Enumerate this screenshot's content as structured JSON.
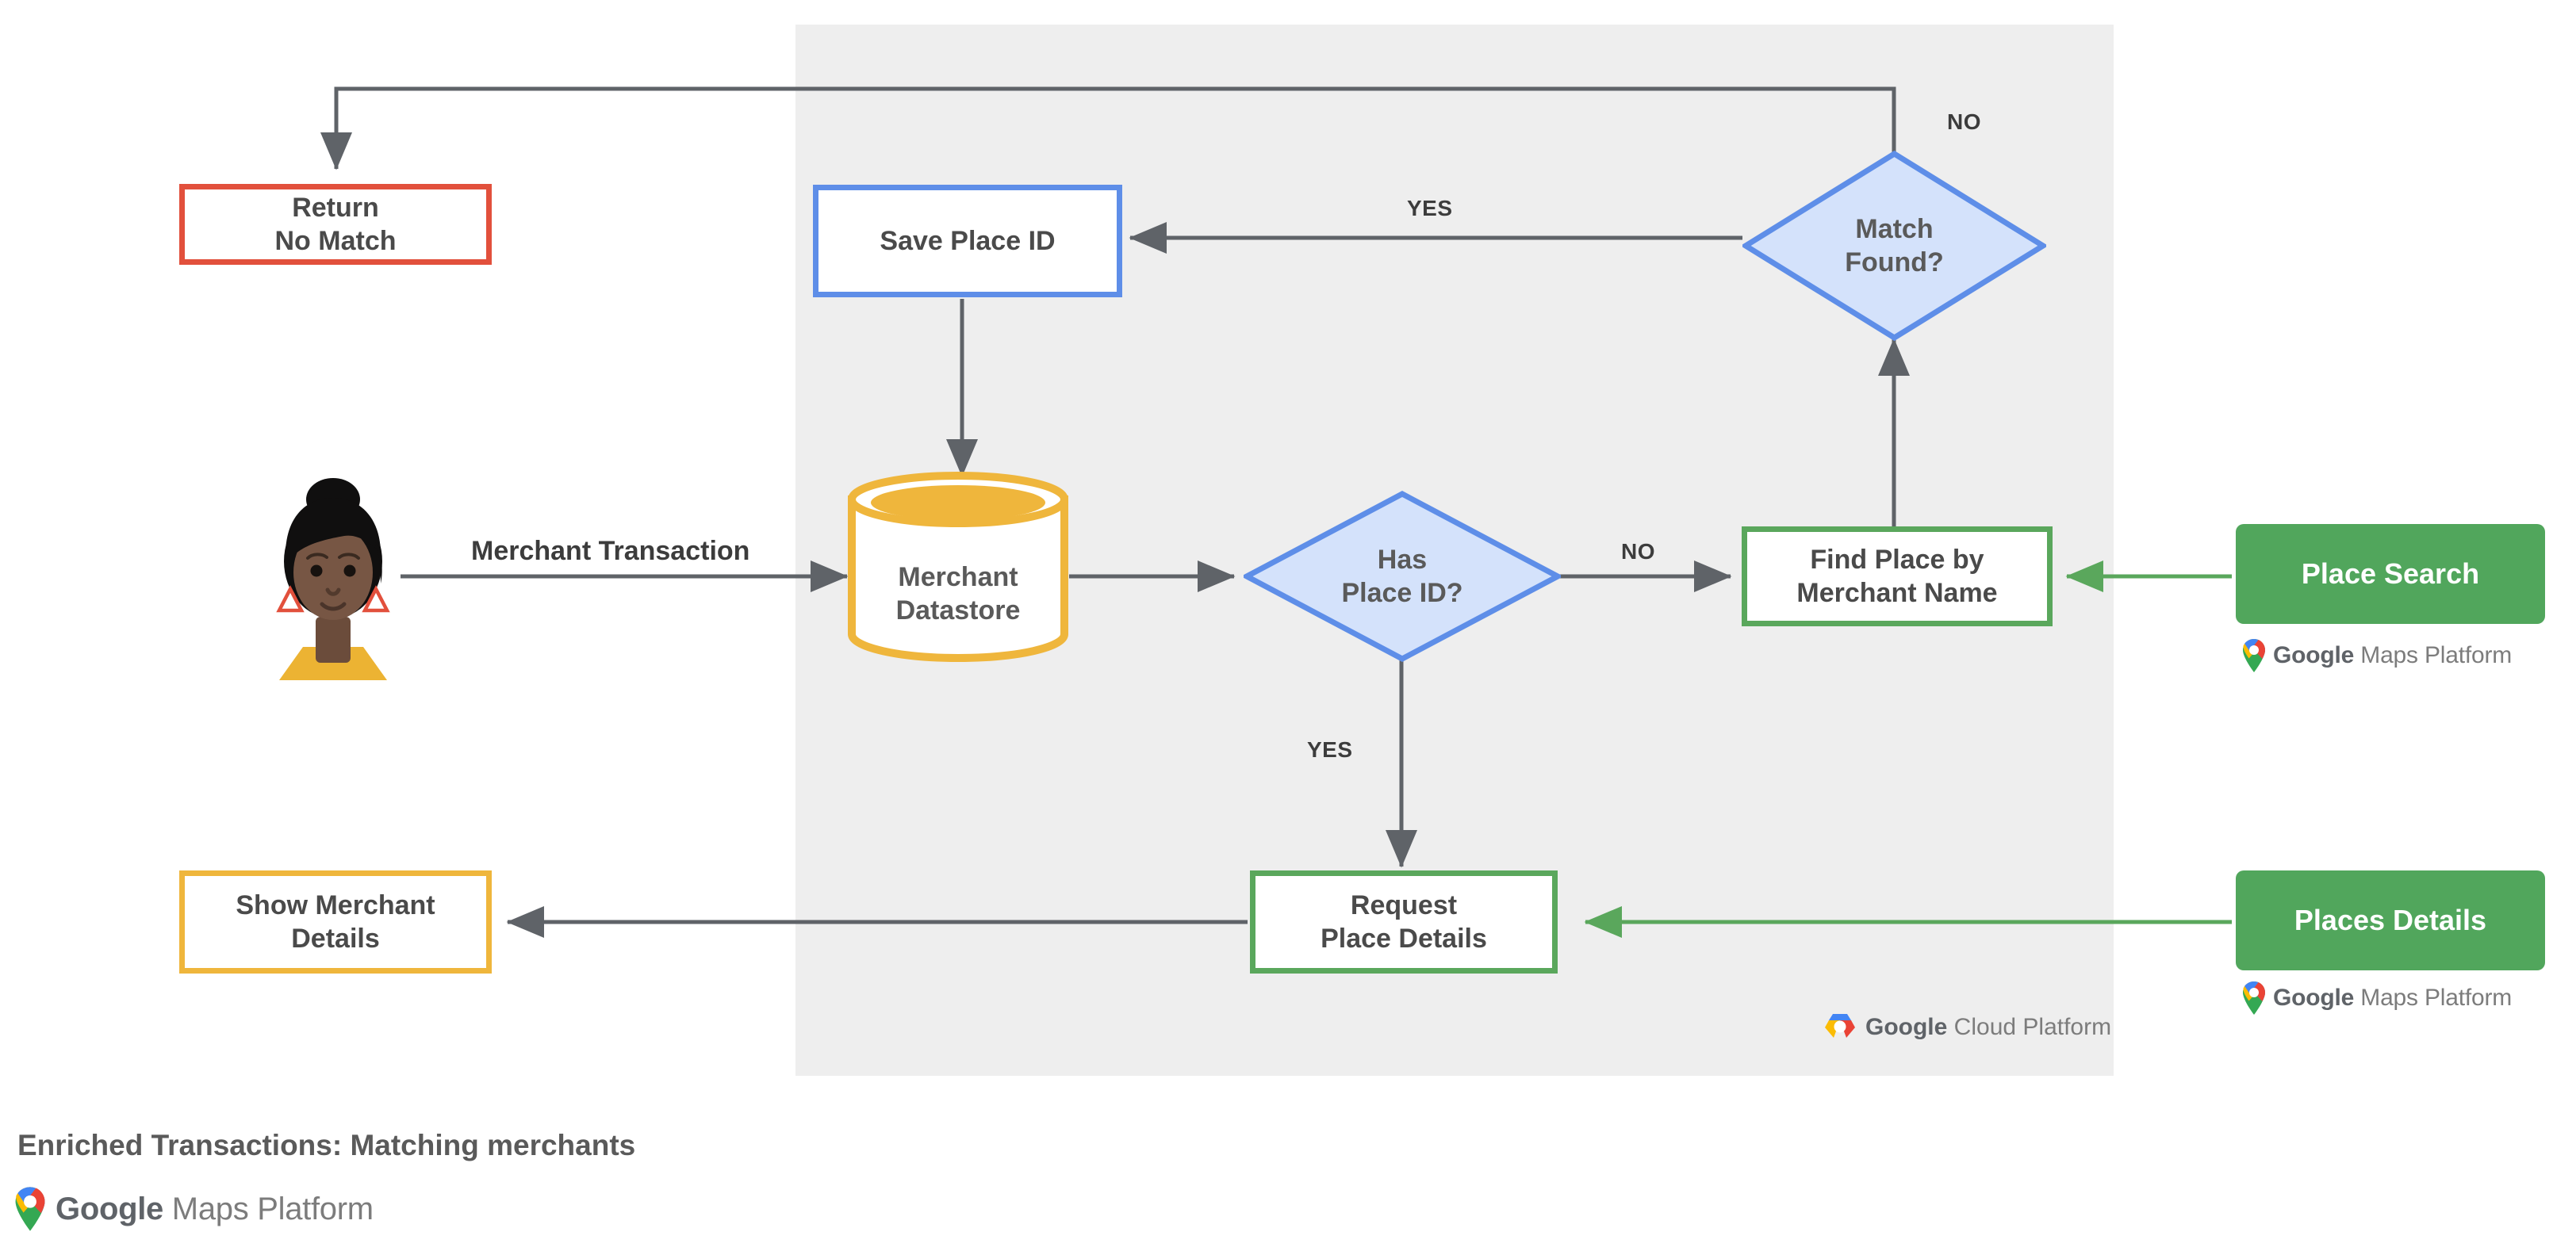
{
  "diagram": {
    "caption": "Enriched Transactions: Matching merchants",
    "panel_label": "google-cloud-platform-region",
    "colors": {
      "panel_bg": "#eeeeee",
      "red": "#e2503c",
      "blue": "#5e8ee8",
      "blue_fill": "#d4e2fb",
      "green": "#5aa75c",
      "green_solid": "#51a65c",
      "gold": "#efb63c",
      "wire": "#5f6368",
      "text": "#4a4a4a"
    }
  },
  "nodes": {
    "return_no_match": {
      "line1": "Return",
      "line2": "No Match"
    },
    "save_place_id": {
      "line1": "Save Place ID"
    },
    "match_found": {
      "line1": "Match",
      "line2": "Found?"
    },
    "merchant_datastore": {
      "line1": "Merchant",
      "line2": "Datastore"
    },
    "has_place_id": {
      "line1": "Has",
      "line2": "Place ID?"
    },
    "find_place_by_merchant_name": {
      "line1": "Find Place by",
      "line2": "Merchant Name"
    },
    "place_search": {
      "line1": "Place Search"
    },
    "request_place_details": {
      "line1": "Request",
      "line2": "Place Details"
    },
    "places_details": {
      "line1": "Places Details"
    },
    "show_merchant_details": {
      "line1": "Show Merchant",
      "line2": "Details"
    },
    "user_avatar": {
      "alt": "person illustration"
    }
  },
  "edge_labels": {
    "merchant_transaction": "Merchant Transaction",
    "match_found_yes": "YES",
    "match_found_no": "NO",
    "has_place_id_no": "NO",
    "has_place_id_yes": "YES"
  },
  "logos": {
    "google_maps_platform": {
      "bold": "Google",
      "lite": " Maps Platform"
    },
    "google_cloud_platform": {
      "bold": "Google",
      "lite": " Cloud Platform"
    }
  }
}
